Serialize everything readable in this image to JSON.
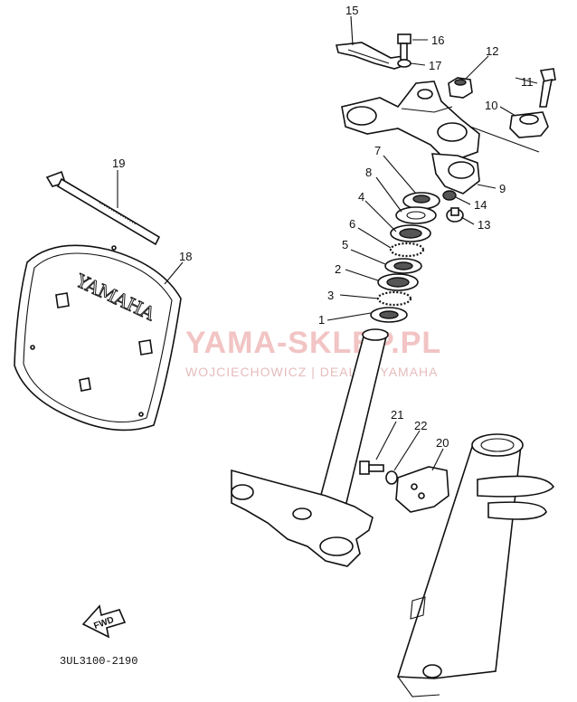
{
  "callouts": [
    "15",
    "16",
    "17",
    "12",
    "11",
    "10",
    "7",
    "8",
    "9",
    "14",
    "13",
    "4",
    "6",
    "5",
    "2",
    "3",
    "1",
    "19",
    "18",
    "21",
    "22",
    "20"
  ],
  "plate_text": "YAMAHA",
  "watermark": {
    "main": "YAMA-SKLEP.PL",
    "sub": "WOJCIECHOWICZ | DEALER YAMAHA",
    "color": "#f2c4c4"
  },
  "fwd_label": "FWD",
  "diagram_code": "3UL3100-2190"
}
